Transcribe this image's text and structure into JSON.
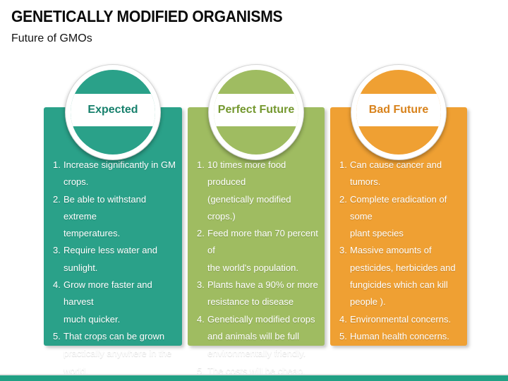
{
  "slide": {
    "title": "GENETICALLY MODIFIED ORGANISMS",
    "subtitle": "Future of GMOs"
  },
  "columns": [
    {
      "label": "Expected",
      "accent": "#2AA189",
      "accent_dark": "#17806C",
      "items": [
        "Increase significantly in GM\ncrops.",
        "Be able to withstand extreme\ntemperatures.",
        "Require less water and\nsunlight.",
        "Grow more faster and harvest\nmuch quicker.",
        "That crops can be grown\npractically anywhere in the\nworld."
      ]
    },
    {
      "label": "Perfect Future",
      "accent": "#9FBC61",
      "accent_dark": "#74982F",
      "items": [
        "10 times more food produced\n(genetically modified crops.)",
        "Feed more than 70 percent of\nthe world's population.",
        "Plants have a 90% or more\nresistance to disease",
        "Genetically modified crops\nand animals will be full\nenvironmentally friendly.",
        "The costs will be cheap."
      ]
    },
    {
      "label": "Bad Future",
      "accent": "#EFA033",
      "accent_dark": "#D8821B",
      "items": [
        "Can cause cancer and tumors.",
        "Complete eradication of some\nplant species",
        "Massive amounts of\npesticides, herbicides and\nfungicides which can kill\npeople ).",
        "Environmental concerns.",
        "Human health concerns."
      ]
    }
  ],
  "footer": {
    "accent_bar_color": "#21A084"
  }
}
